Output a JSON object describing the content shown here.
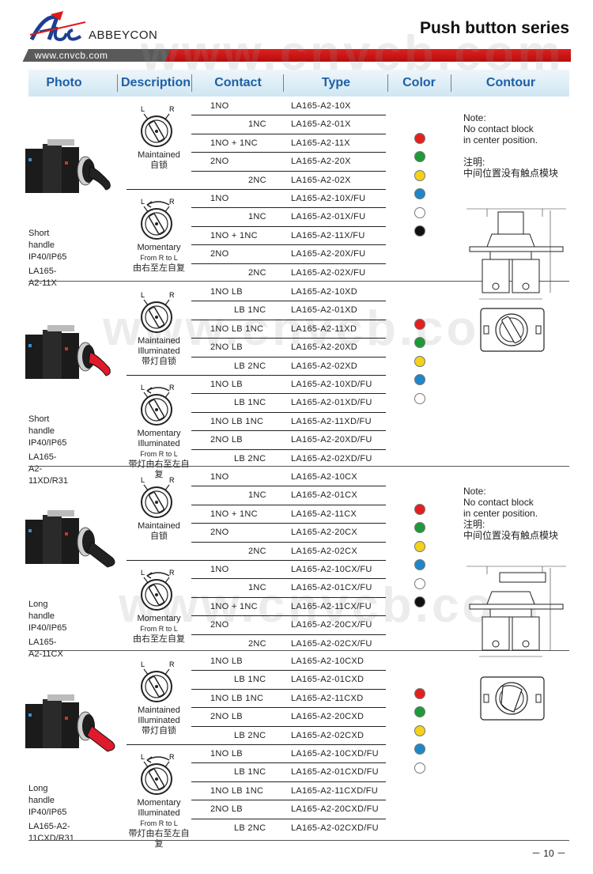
{
  "header": {
    "brand_name": "ABBEYCON",
    "series_title": "Push button series",
    "url": "www.cnvcb.com",
    "watermark": "www.cnvcb.com"
  },
  "columns": [
    "Photo",
    "Description",
    "Contact",
    "Type",
    "Color",
    "Contour"
  ],
  "sections": [
    {
      "photo_label": [
        "Short handle",
        "IP40/IP65",
        "LA165-A2-11X"
      ],
      "handle_color": "#222222",
      "groups": [
        {
          "desc": [
            "Maintained",
            "自锁"
          ],
          "symbol": "maintained"
        },
        {
          "desc": [
            "Momentary",
            "From R to L",
            "由右至左自复"
          ],
          "symbol": "momentary"
        }
      ],
      "rows": [
        {
          "contact": "1NO",
          "type": "LA165-A2-10X"
        },
        {
          "contact": "1NC",
          "type": "LA165-A2-01X"
        },
        {
          "contact": "1NO + 1NC",
          "type": "LA165-A2-11X"
        },
        {
          "contact": "2NO",
          "type": "LA165-A2-20X"
        },
        {
          "contact": "2NC",
          "type": "LA165-A2-02X"
        },
        {
          "contact": "1NO",
          "type": "LA165-A2-10X/FU"
        },
        {
          "contact": "1NC",
          "type": "LA165-A2-01X/FU"
        },
        {
          "contact": "1NO + 1NC",
          "type": "LA165-A2-11X/FU"
        },
        {
          "contact": "2NO",
          "type": "LA165-A2-20X/FU"
        },
        {
          "contact": "2NC",
          "type": "LA165-A2-02X/FU"
        }
      ],
      "colors": [
        "#e3201f",
        "#1f9a3a",
        "#f2d21c",
        "#1e87c8",
        "#ffffff",
        "#111111"
      ]
    },
    {
      "photo_label": [
        "Short handle",
        "IP40/IP65",
        "LA165-A2-11XD/R31"
      ],
      "handle_color": "#e01a2a",
      "groups": [
        {
          "desc": [
            "Maintained",
            "Illuminated",
            "带灯自锁"
          ],
          "symbol": "maintained"
        },
        {
          "desc": [
            "Momentary",
            "Illuminated",
            "From R to L",
            "带灯由右至左自复"
          ],
          "symbol": "momentary"
        }
      ],
      "rows": [
        {
          "contact": "1NO LB",
          "type": "LA165-A2-10XD"
        },
        {
          "contact": "LB 1NC",
          "type": "LA165-A2-01XD"
        },
        {
          "contact": "1NO LB 1NC",
          "type": "LA165-A2-11XD"
        },
        {
          "contact": "2NO LB",
          "type": "LA165-A2-20XD"
        },
        {
          "contact": "LB 2NC",
          "type": "LA165-A2-02XD"
        },
        {
          "contact": "1NO LB",
          "type": "LA165-A2-10XD/FU"
        },
        {
          "contact": "LB 1NC",
          "type": "LA165-A2-01XD/FU"
        },
        {
          "contact": "1NO LB 1NC",
          "type": "LA165-A2-11XD/FU"
        },
        {
          "contact": "2NO LB",
          "type": "LA165-A2-20XD/FU"
        },
        {
          "contact": "LB 2NC",
          "type": "LA165-A2-02XD/FU"
        }
      ],
      "colors": [
        "#e3201f",
        "#1f9a3a",
        "#f2d21c",
        "#1e87c8",
        "#ffffff"
      ]
    },
    {
      "photo_label": [
        "Long handle",
        "IP40/IP65",
        "LA165-A2-11CX"
      ],
      "handle_color": "#222222",
      "groups": [
        {
          "desc": [
            "Maintained",
            "自锁"
          ],
          "symbol": "maintained"
        },
        {
          "desc": [
            "Momentary",
            "From R to L",
            "由右至左自复"
          ],
          "symbol": "momentary"
        }
      ],
      "rows": [
        {
          "contact": "1NO",
          "type": "LA165-A2-10CX"
        },
        {
          "contact": "1NC",
          "type": "LA165-A2-01CX"
        },
        {
          "contact": "1NO + 1NC",
          "type": "LA165-A2-11CX"
        },
        {
          "contact": "2NO",
          "type": "LA165-A2-20CX"
        },
        {
          "contact": "2NC",
          "type": "LA165-A2-02CX"
        },
        {
          "contact": "1NO",
          "type": "LA165-A2-10CX/FU"
        },
        {
          "contact": "1NC",
          "type": "LA165-A2-01CX/FU"
        },
        {
          "contact": "1NO + 1NC",
          "type": "LA165-A2-11CX/FU"
        },
        {
          "contact": "2NO",
          "type": "LA165-A2-20CX/FU"
        },
        {
          "contact": "2NC",
          "type": "LA165-A2-02CX/FU"
        }
      ],
      "colors": [
        "#e3201f",
        "#1f9a3a",
        "#f2d21c",
        "#1e87c8",
        "#ffffff",
        "#111111"
      ]
    },
    {
      "photo_label": [
        "Long handle",
        "IP40/IP65",
        "LA165-A2-11CXD/R31"
      ],
      "handle_color": "#e01a2a",
      "groups": [
        {
          "desc": [
            "Maintained",
            "Illuminated",
            "带灯自锁"
          ],
          "symbol": "maintained"
        },
        {
          "desc": [
            "Momentary",
            "Illuminated",
            "From R to L",
            "带灯由右至左自复"
          ],
          "symbol": "momentary"
        }
      ],
      "rows": [
        {
          "contact": "1NO LB",
          "type": "LA165-A2-10CXD"
        },
        {
          "contact": "LB 1NC",
          "type": "LA165-A2-01CXD"
        },
        {
          "contact": "1NO LB 1NC",
          "type": "LA165-A2-11CXD"
        },
        {
          "contact": "2NO LB",
          "type": "LA165-A2-20CXD"
        },
        {
          "contact": "LB 2NC",
          "type": "LA165-A2-02CXD"
        },
        {
          "contact": "1NO LB",
          "type": "LA165-A2-10CXD/FU"
        },
        {
          "contact": "LB 1NC",
          "type": "LA165-A2-01CXD/FU"
        },
        {
          "contact": "1NO LB 1NC",
          "type": "LA165-A2-11CXD/FU"
        },
        {
          "contact": "2NO LB",
          "type": "LA165-A2-20CXD/FU"
        },
        {
          "contact": "LB 2NC",
          "type": "LA165-A2-02CXD/FU"
        }
      ],
      "colors": [
        "#e3201f",
        "#1f9a3a",
        "#f2d21c",
        "#1e87c8",
        "#ffffff"
      ]
    }
  ],
  "notes": [
    {
      "lines": [
        "Note:",
        "No contact block",
        " in center position.",
        "",
        "注明:",
        "中间位置没有触点模块"
      ]
    },
    {
      "lines": [
        "Note:",
        "No contact block",
        " in center position.",
        "注明:",
        "中间位置没有触点模块"
      ]
    }
  ],
  "symbol_labels": {
    "left": "L",
    "right": "R"
  },
  "page_number": "－ 10 －"
}
